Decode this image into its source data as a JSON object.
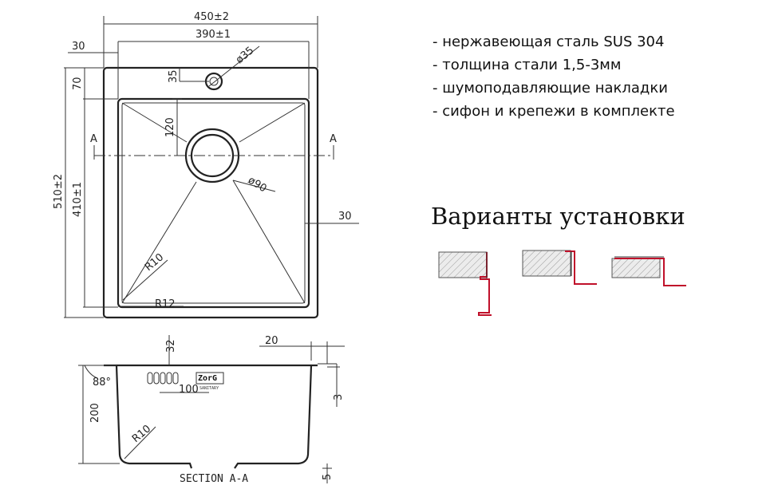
{
  "top_view": {
    "width_total": "450±2",
    "width_bowl": "390±1",
    "offset_left": "30",
    "offset_top": "70",
    "hole_offset": "35",
    "hole_diameter": "ø35",
    "drain_offset": "120",
    "drain_diameter": "ø90",
    "height_total": "510±2",
    "height_bowl": "410±1",
    "offset_right": "30",
    "radius_inner": "R10",
    "radius_outer": "R12",
    "section_mark_left": "A",
    "section_mark_right": "A"
  },
  "section_view": {
    "depth_rim": "32",
    "flange_width": "20",
    "angle": "88°",
    "overflow_offset": "100",
    "depth": "200",
    "radius": "R10",
    "flange_thickness": "3",
    "edge": "5",
    "brand": "ZorG",
    "brand_sub": "SANITARY",
    "caption": "SECTION A-A"
  },
  "specs": [
    "- нержавеющая сталь SUS 304",
    "- толщина стали 1,5-3мм",
    "- шумоподавляющие накладки",
    "- сифон и крепежи в комплекте"
  ],
  "variants_title": "Варианты установки",
  "colors": {
    "line": "#333333",
    "hatch_fill": "#e8e8e8",
    "countertop_edge": "#c0102a"
  }
}
